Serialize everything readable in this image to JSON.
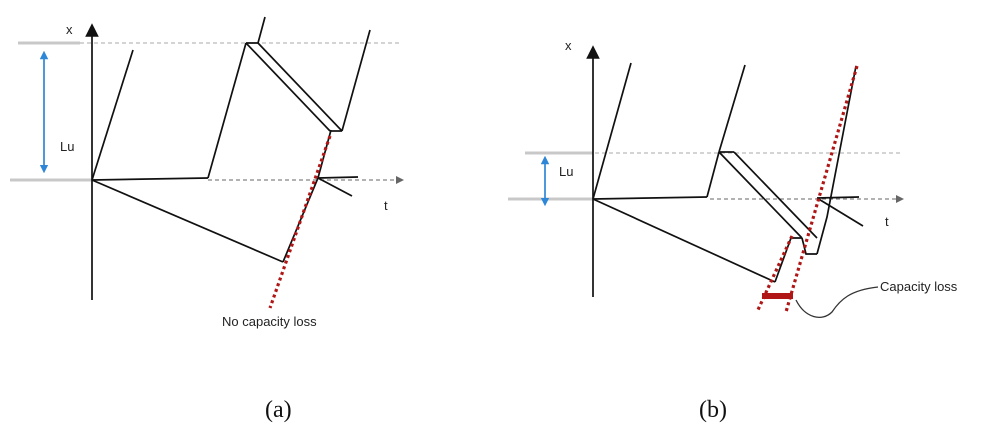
{
  "diagram_a": {
    "x_axis_label": "x",
    "t_axis_label": "t",
    "length_label": "Lu",
    "annotation": "No capacity loss",
    "caption": "(a)"
  },
  "diagram_b": {
    "x_axis_label": "x",
    "t_axis_label": "t",
    "length_label": "Lu",
    "annotation": "Capacity loss",
    "caption": "(b)"
  },
  "colors": {
    "ink": "#111111",
    "guide": "#aaaaaa",
    "dimension_arrow": "#2e86d6",
    "capacity_marker": "#b01616"
  }
}
